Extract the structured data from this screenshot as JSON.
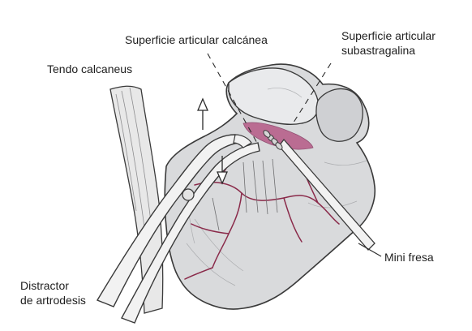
{
  "labels": {
    "superficie_articular_calcanea": "Superficie articular calcánea",
    "superficie_articular_subastragalina": [
      "Superficie articular",
      "subastragalina"
    ],
    "tendo_calcaneus": "Tendo calcaneus",
    "mini_fresa": "Mini fresa",
    "distractor_de_artrodesis": [
      "Distractor",
      "de artrodesis"
    ]
  },
  "colors": {
    "bone_fill": "#d9dadc",
    "bone_outline": "#3a3a3a",
    "fracture_lines": "#8a2a4a",
    "articular_surface": "#b0487a",
    "instrument_fill": "#f2f2f2",
    "tendon_fill": "#e8e8e8"
  }
}
